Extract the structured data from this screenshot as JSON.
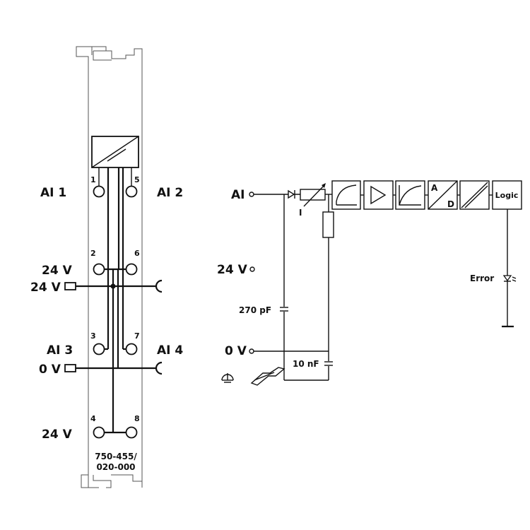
{
  "module": {
    "part_number_line1": "750-455/",
    "part_number_line2": "020-000",
    "terminals": [
      "1",
      "2",
      "3",
      "4",
      "5",
      "6",
      "7",
      "8"
    ],
    "labels": {
      "ai1": "AI 1",
      "ai2": "AI 2",
      "v24_a": "24 V",
      "v24_in": "24 V",
      "ai3": "AI 3",
      "ai4": "AI 4",
      "v0_in": "0 V",
      "v24_b": "24 V"
    }
  },
  "schematic": {
    "ai": "AI",
    "v24": "24 V",
    "v0": "0 V",
    "cap1": "270 pF",
    "cap2": "10 nF",
    "current": "I",
    "ad_a": "A",
    "ad_d": "D",
    "logic": "Logic",
    "error": "Error"
  }
}
